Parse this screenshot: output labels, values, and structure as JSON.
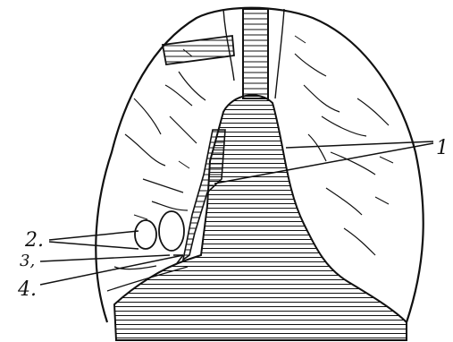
{
  "diagram": {
    "labels": [
      {
        "id": "label-1",
        "text": "1"
      },
      {
        "id": "label-2",
        "text": "2."
      },
      {
        "id": "label-3",
        "text": "3,"
      },
      {
        "id": "label-4",
        "text": "4."
      }
    ],
    "colors": {
      "ink": "#111111",
      "paper": "#ffffff"
    }
  }
}
